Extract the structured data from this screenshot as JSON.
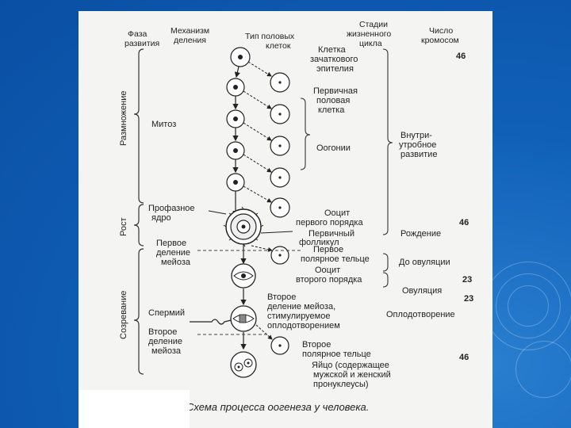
{
  "headers": {
    "phase": [
      "Фаза",
      "развития"
    ],
    "mechanism": [
      "Механизм",
      "деления"
    ],
    "cell_type": [
      "Тип половых",
      "клеток"
    ],
    "life_stage": [
      "Стадии",
      "жизненного",
      "цикла"
    ],
    "chromosomes": [
      "Число",
      "кромосом"
    ]
  },
  "phases": {
    "reproduction": "Размножение",
    "growth": "Рост",
    "maturation": "Созревание"
  },
  "mechanism_labels": {
    "mitosis": "Митоз",
    "prophase_nucleus": [
      "Профазное",
      "ядро"
    ],
    "first_meiosis": [
      "Первое",
      "деление",
      "мейоза"
    ],
    "sperm": "Спермий",
    "second_meiosis": [
      "Второе",
      "деление",
      "мейоза"
    ]
  },
  "cell_labels": {
    "germinal_epithelium": [
      "Клетка",
      "зачаткового",
      "эпителия"
    ],
    "primary_germ_cell": [
      "Первичная",
      "половая",
      "клетка"
    ],
    "oogonia": "Оогонии",
    "primary_oocyte": [
      "Ооцит",
      "первого порядка"
    ],
    "primary_follicle": [
      "Первичный",
      "фолликул"
    ],
    "first_polar_body": [
      "Первое",
      "полярное тельце"
    ],
    "secondary_oocyte": [
      "Ооцит",
      "второго порядка"
    ],
    "second_meiosis_fert": [
      "Второе",
      "деление мейоза,",
      "стимулируемое",
      "оплодотворением"
    ],
    "second_polar_body": [
      "Второе",
      "полярное тельце"
    ],
    "egg": [
      "Яйцо (содержащее",
      "мужской и женский",
      "пронуклеусы)"
    ]
  },
  "life_stages": {
    "intrauterine": [
      "Внутри-",
      "утробное",
      "развитие"
    ],
    "birth": "Рождение",
    "before_ovulation": "До овуляции",
    "ovulation": "Овуляция",
    "fertilization": "Оплодотворение"
  },
  "chromosome_numbers": [
    "46",
    "46",
    "23",
    "23",
    "46"
  ],
  "caption": "Схема процесса оогенеза у человека."
}
